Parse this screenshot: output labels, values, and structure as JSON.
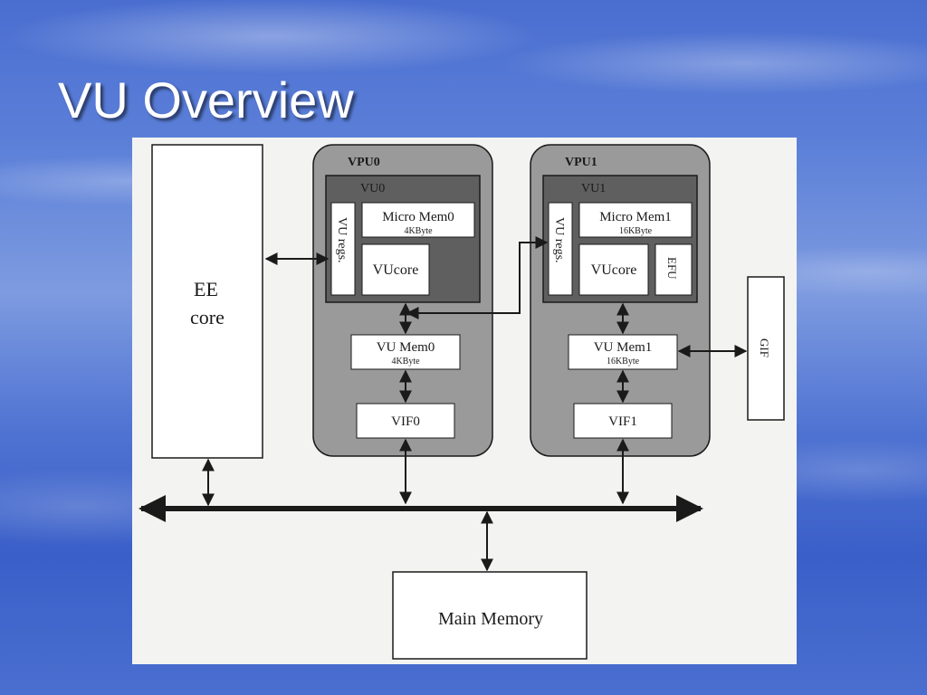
{
  "slide": {
    "title": "VU Overview"
  },
  "diagram": {
    "ee_core": {
      "line1": "EE",
      "line2": "core"
    },
    "vpu0": {
      "label": "VPU0",
      "vu_label": "VU0",
      "vu_regs": "VU regs.",
      "micro_mem": {
        "name": "Micro Mem0",
        "size": "4KByte"
      },
      "vucore": "VUcore",
      "vu_mem": {
        "name": "VU Mem0",
        "size": "4KByte"
      },
      "vif": "VIF0"
    },
    "vpu1": {
      "label": "VPU1",
      "vu_label": "VU1",
      "vu_regs": "VU regs.",
      "micro_mem": {
        "name": "Micro Mem1",
        "size": "16KByte"
      },
      "vucore": "VUcore",
      "efu": "EFU",
      "vu_mem": {
        "name": "VU Mem1",
        "size": "16KByte"
      },
      "vif": "VIF1"
    },
    "gif": "GIF",
    "main_memory": "Main Memory",
    "colors": {
      "vpu_fill": "#9a9a9a",
      "vu_fill": "#5f5f5f",
      "box_fill": "#ffffff",
      "line": "#1a1a1a"
    }
  }
}
